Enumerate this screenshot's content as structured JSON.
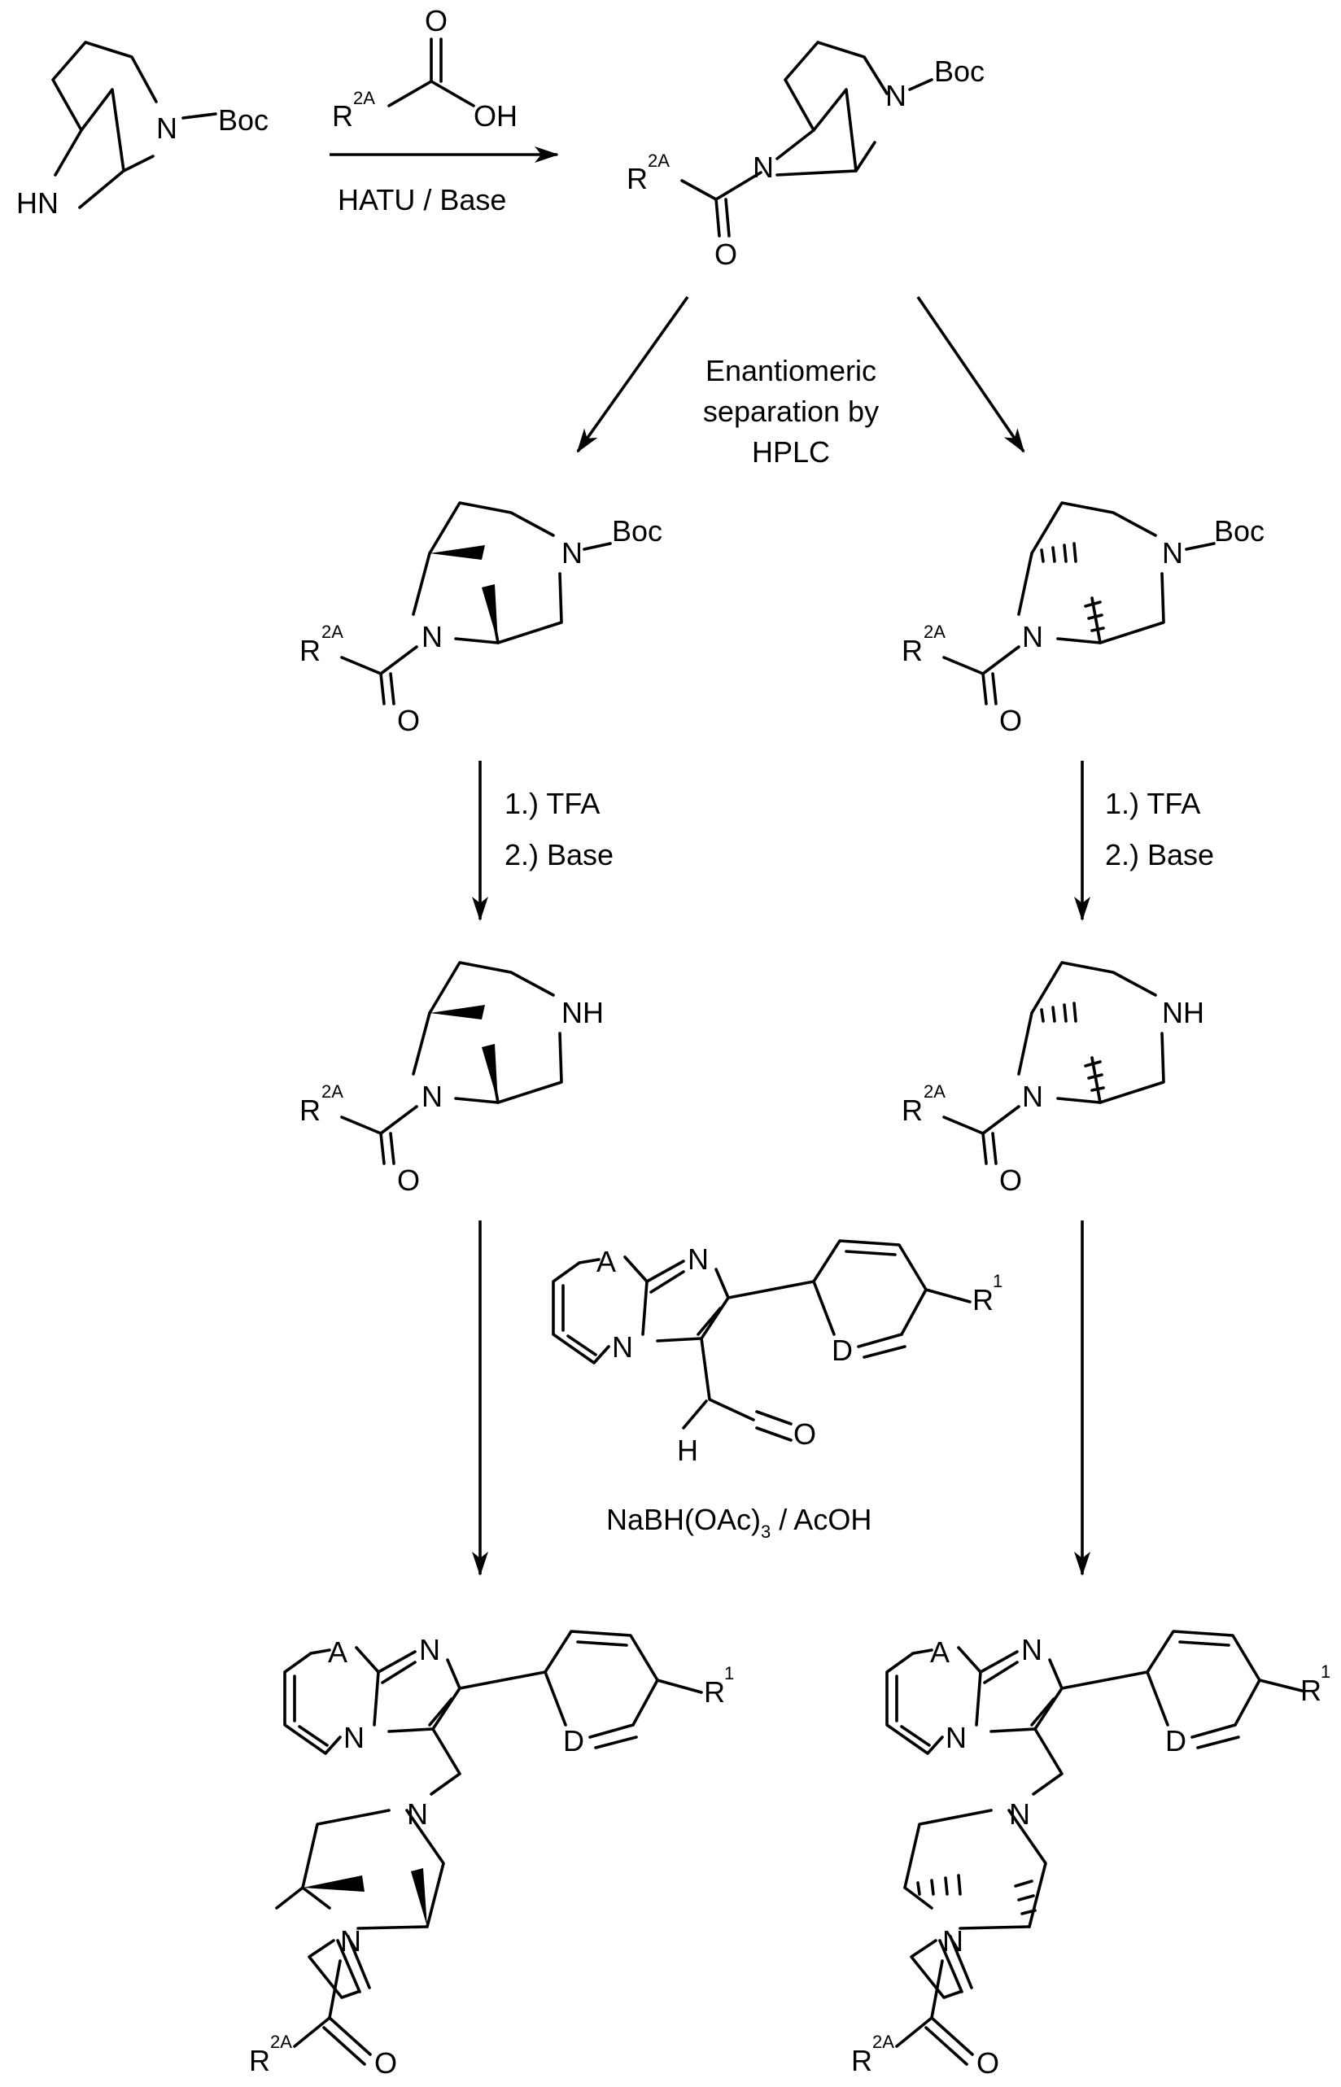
{
  "labels": {
    "n": "N",
    "nh": "NH",
    "hn": "HN",
    "boc": "Boc",
    "o": "O",
    "h": "H",
    "oh": "OH",
    "r": "R",
    "r2a_sup": "2A",
    "r1_sup": "1",
    "a": "A",
    "d": "D"
  },
  "conditions": {
    "step1": "HATU / Base",
    "separation_line1": "Enantiomeric",
    "separation_line2": "separation by",
    "separation_line3": "HPLC",
    "deprotect_line1": "1.) TFA",
    "deprotect_line2": "2.) Base",
    "reductive_main": "NaBH(OAc)",
    "reductive_sub": "3",
    "reductive_tail": " / AcOH"
  },
  "colors": {
    "ink": "#000000",
    "background": "#ffffff"
  }
}
